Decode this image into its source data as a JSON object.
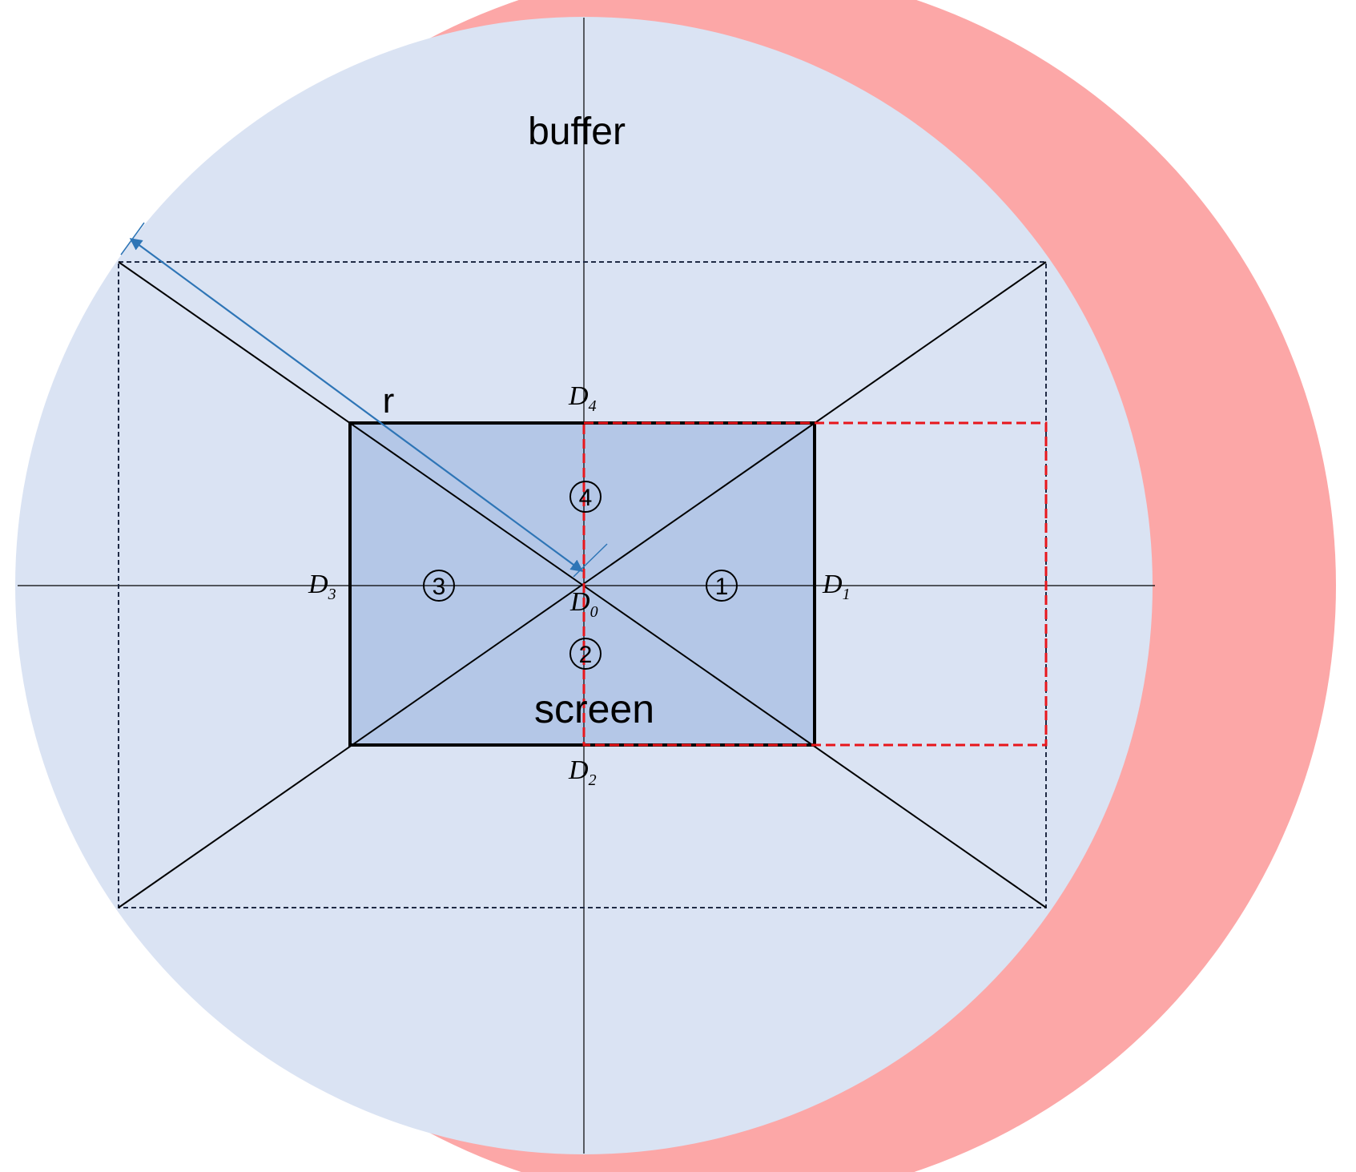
{
  "labels": {
    "buffer": "buffer",
    "screen": "screen",
    "radius": "r",
    "d0": {
      "base": "D",
      "sub": "0"
    },
    "d1": {
      "base": "D",
      "sub": "1"
    },
    "d2": {
      "base": "D",
      "sub": "2"
    },
    "d3": {
      "base": "D",
      "sub": "3"
    },
    "d4": {
      "base": "D",
      "sub": "4"
    }
  },
  "regions": [
    {
      "id": "1",
      "label": "1"
    },
    {
      "id": "2",
      "label": "2"
    },
    {
      "id": "3",
      "label": "3"
    },
    {
      "id": "4",
      "label": "4"
    }
  ],
  "colors": {
    "buffer_circle": "#dae3f3",
    "shifted_circle": "#fca7a7",
    "screen_fill": "#b4c7e7",
    "screen_border": "#000000",
    "shifted_screen_border": "#e8161b",
    "buffer_rect_border": "#1f2a44",
    "radius_arrow": "#2e75b6",
    "axis": "#000000"
  }
}
